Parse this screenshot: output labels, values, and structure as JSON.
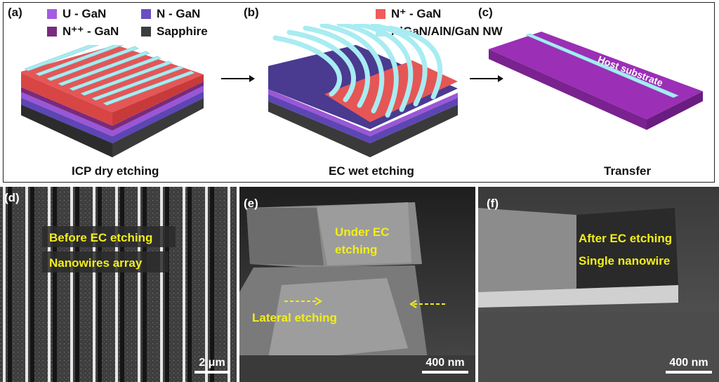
{
  "panels": {
    "a": "(a)",
    "b": "(b)",
    "c": "(c)",
    "d": "(d)",
    "e": "(e)",
    "f": "(f)"
  },
  "legend": {
    "u_gan": "U - GaN",
    "n_gan": "N - GaN",
    "npp_gan": "N⁺⁺ - GaN",
    "sapphire": "Sapphire",
    "np_gan": "N⁺ - GaN",
    "nw": "AlGaN/AlN/GaN NW"
  },
  "colors": {
    "u_gan": "#a35ce0",
    "n_gan": "#6a4fc0",
    "npp_gan": "#7a2a7c",
    "sapphire": "#3d3d3d",
    "np_gan": "#f05a5a",
    "nw": "#a8ecf2",
    "host": "#9b2fb6",
    "annotation": "#f2ee1a"
  },
  "captions": {
    "a": "ICP dry etching",
    "b": "EC wet etching",
    "c": "Transfer"
  },
  "host_substrate": "Host substrate",
  "sem": {
    "d": {
      "line1": "Before EC etching",
      "line2": "Nanowires array",
      "scale": "2 μm"
    },
    "e": {
      "line1": "Under EC",
      "line2": "etching",
      "line3": "Lateral etching",
      "scale": "400 nm"
    },
    "f": {
      "line1": "After EC etching",
      "line2": "Single nanowire",
      "scale": "400 nm"
    }
  }
}
